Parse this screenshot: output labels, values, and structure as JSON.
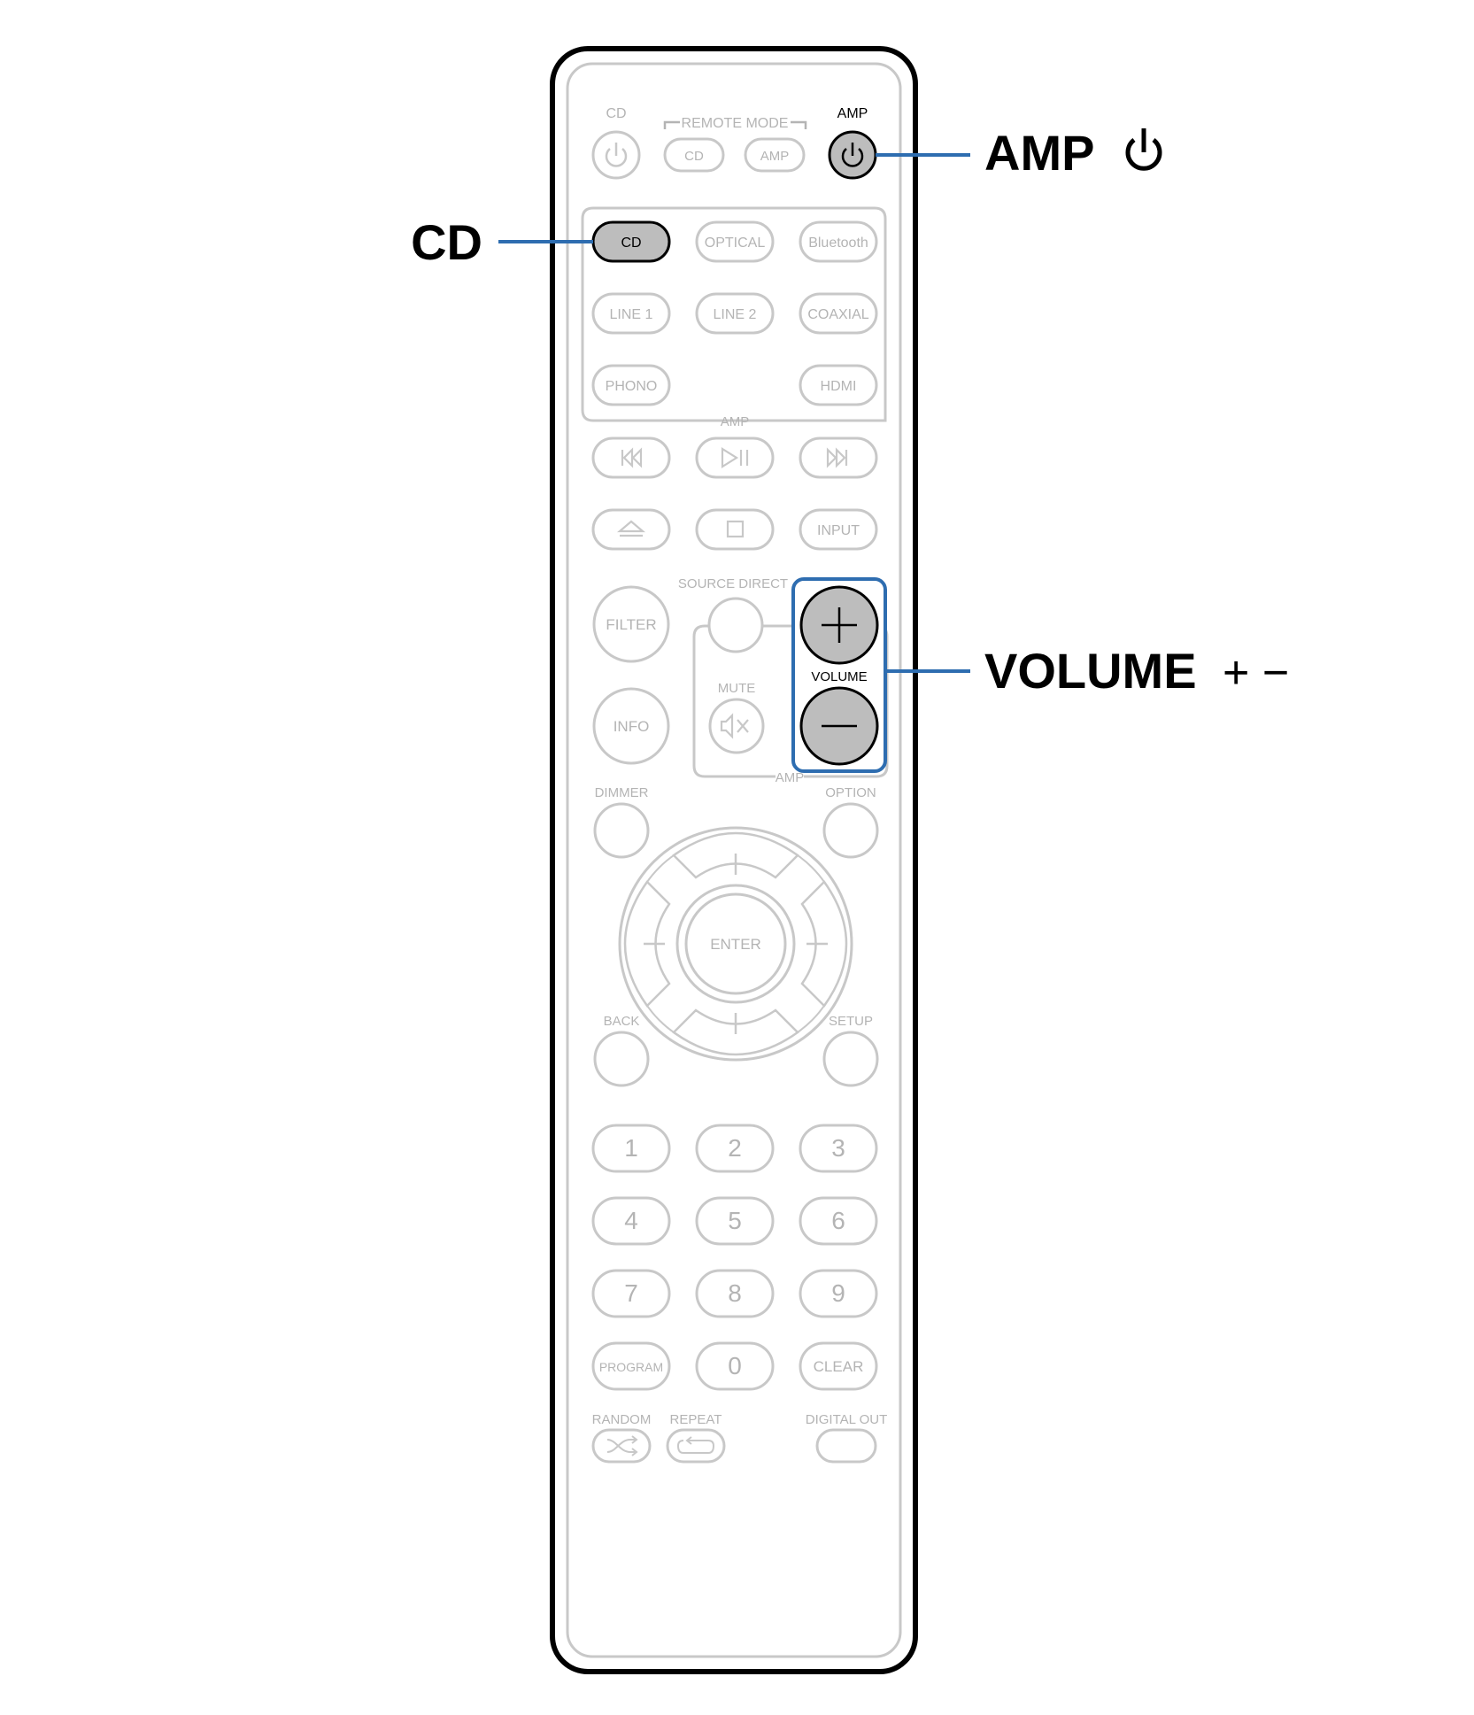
{
  "callouts": {
    "amp_power": "AMP",
    "cd": "CD",
    "volume": "VOLUME",
    "volume_signs": "+ −"
  },
  "remote": {
    "top": {
      "cd_power_label": "CD",
      "remote_mode_label": "REMOTE MODE",
      "mode_cd": "CD",
      "mode_amp": "AMP",
      "amp_power_label": "AMP"
    },
    "inputs": {
      "cd": "CD",
      "optical": "OPTICAL",
      "bluetooth": "Bluetooth",
      "line1": "LINE 1",
      "line2": "LINE 2",
      "coaxial": "COAXIAL",
      "phono": "PHONO",
      "hdmi": "HDMI",
      "group_label": "AMP"
    },
    "transport": {
      "input": "INPUT"
    },
    "mid": {
      "source_direct": "SOURCE DIRECT",
      "filter": "FILTER",
      "info": "INFO",
      "mute": "MUTE",
      "volume": "VOLUME",
      "amp_group": "AMP",
      "dimmer": "DIMMER",
      "option": "OPTION",
      "enter": "ENTER",
      "back": "BACK",
      "setup": "SETUP"
    },
    "keypad": [
      "1",
      "2",
      "3",
      "4",
      "5",
      "6",
      "7",
      "8",
      "9",
      "PROGRAM",
      "0",
      "CLEAR"
    ],
    "bottom": {
      "random": "RANDOM",
      "repeat": "REPEAT",
      "digital_out": "DIGITAL OUT"
    }
  },
  "colors": {
    "faint": "#c8c8c8",
    "faint_text": "#b4b4b4",
    "highlight_fill": "#bdbdbd",
    "callout_blue": "#2e6db0",
    "ink": "#000000"
  },
  "icons": {
    "power": "power-icon",
    "prev": "skip-back-icon",
    "play_pause": "play-pause-icon",
    "next": "skip-forward-icon",
    "eject": "eject-icon",
    "stop": "stop-icon",
    "mute": "speaker-mute-icon",
    "shuffle": "shuffle-icon",
    "repeat": "repeat-icon"
  }
}
